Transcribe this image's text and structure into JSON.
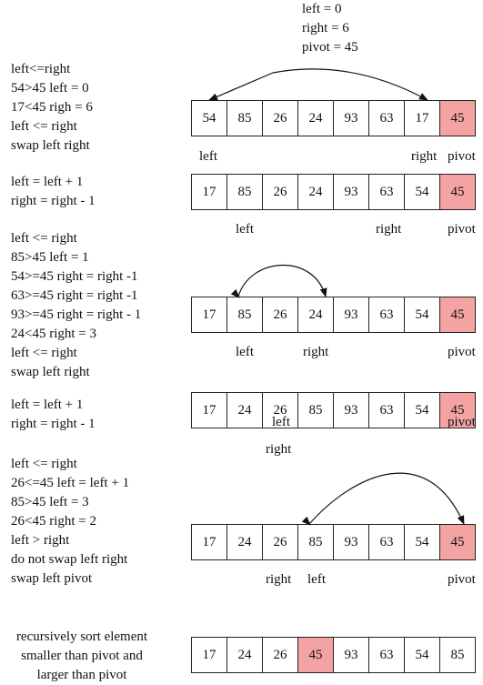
{
  "header": {
    "lines": [
      "left = 0",
      "right  = 6",
      "pivot = 45"
    ]
  },
  "steps": [
    {
      "notes": [
        "left<=right",
        "54>45 left = 0",
        "17<45 righ = 6",
        "left <= right",
        "swap left right"
      ],
      "cells": [
        54,
        85,
        26,
        24,
        93,
        63,
        17,
        45
      ],
      "highlight": [
        7
      ],
      "labels": [
        "left",
        "right",
        "pivot"
      ]
    },
    {
      "notes": [
        "left = left + 1",
        "right = right - 1"
      ],
      "cells": [
        17,
        85,
        26,
        24,
        93,
        63,
        54,
        45
      ],
      "highlight": [
        7
      ],
      "labels": [
        "left",
        "right",
        "pivot"
      ]
    },
    {
      "notes": [
        "left <= right",
        "85>45 left = 1",
        "54>=45 right = right -1",
        "63>=45 right = right -1",
        "93>=45 right = right - 1",
        "24<45 right = 3",
        "left <= right",
        "swap left right"
      ],
      "cells": [
        17,
        85,
        26,
        24,
        93,
        63,
        54,
        45
      ],
      "highlight": [
        7
      ],
      "labels": [
        "left",
        "right",
        "pivot"
      ]
    },
    {
      "notes": [
        "left = left + 1",
        "right = right - 1"
      ],
      "cells": [
        17,
        24,
        26,
        85,
        93,
        63,
        54,
        45
      ],
      "highlight": [
        7
      ],
      "labels": [
        "left",
        "pivot",
        "right"
      ]
    },
    {
      "notes": [
        "left <= right",
        "26<=45 left = left + 1",
        "85>45 left = 3",
        "26<45 right = 2",
        "left > right",
        "do not swap left right",
        "swap left pivot"
      ],
      "cells": [
        17,
        24,
        26,
        85,
        93,
        63,
        54,
        45
      ],
      "highlight": [
        7
      ],
      "labels": [
        "right",
        "left",
        "pivot"
      ]
    },
    {
      "notes": [
        "recursively sort element",
        "smaller than pivot and",
        "larger than pivot"
      ],
      "cells": [
        17,
        24,
        26,
        45,
        93,
        63,
        54,
        85
      ],
      "highlight": [
        3
      ],
      "labels": []
    }
  ]
}
